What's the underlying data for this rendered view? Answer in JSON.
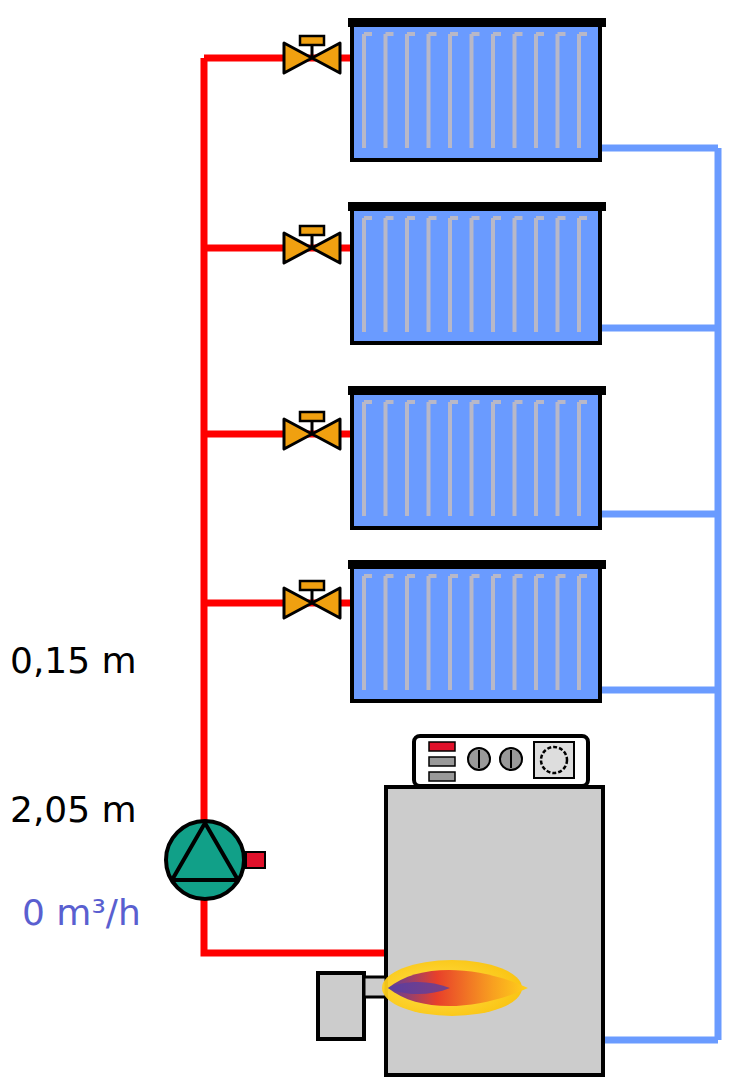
{
  "diagram": {
    "labels": [
      "0,15 m",
      "2,05 m",
      "0 m³/h"
    ]
  }
}
